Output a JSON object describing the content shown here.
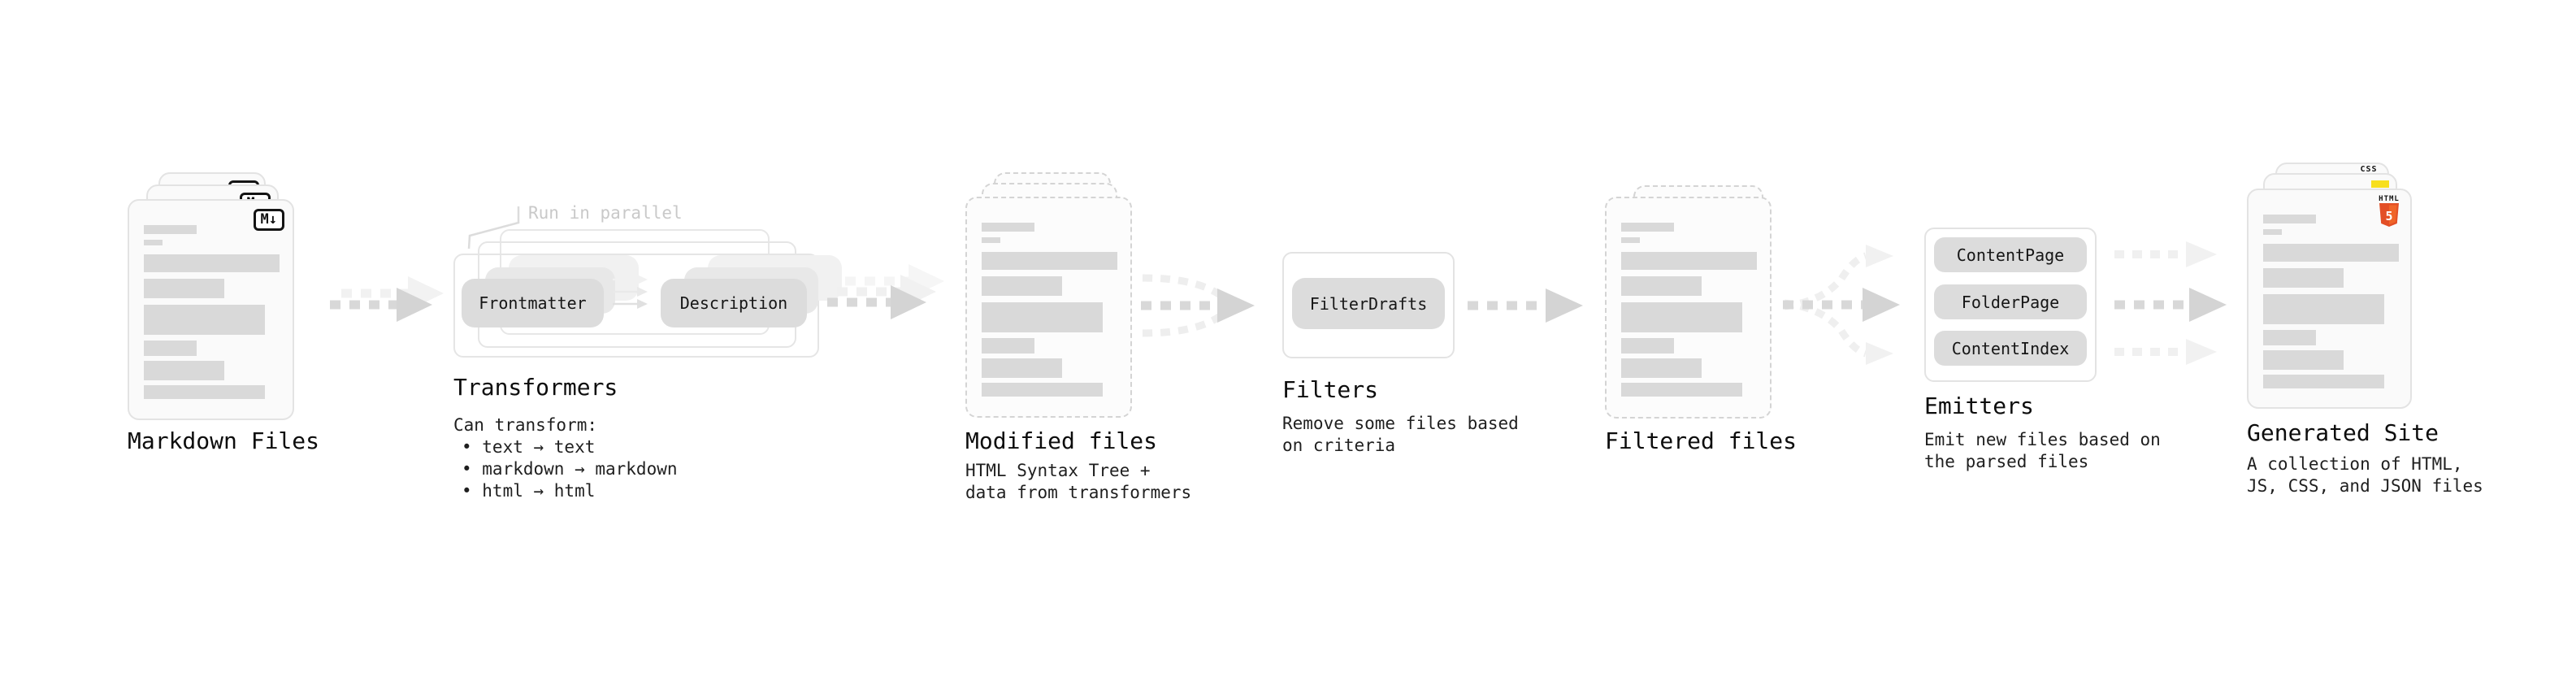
{
  "title": "Static site generation pipeline",
  "colors": {
    "background": "#ffffff",
    "card_bg": "#fafafa",
    "card_border": "#e3e3e3",
    "dashed_border": "#d4d4d4",
    "placeholder_bar": "#d9d9d9",
    "pill_bg": "#dcdcdc",
    "arrow_main": "#d6d6d6",
    "arrow_ghost": "#f0f0f0",
    "heading_text": "#0d0d0d",
    "caption_text": "#1f1f1f",
    "callout_text": "#c9c9c9",
    "html5_orange": "#e34f26",
    "js_yellow": "#f7df1e",
    "css_blue": "#2760e8"
  },
  "stages": {
    "markdown": {
      "label": "Markdown Files",
      "badge": "M↓"
    },
    "transformers": {
      "label": "Transformers",
      "callout": "Run in parallel",
      "pill_left": "Frontmatter",
      "pill_right": "Description",
      "caption_title": "Can transform:",
      "bullets": [
        "• text → text",
        "• markdown → markdown",
        "• html → html"
      ]
    },
    "modified": {
      "label": "Modified files",
      "caption_line1": "HTML Syntax Tree +",
      "caption_line2": "data from transformers"
    },
    "filters": {
      "label": "Filters",
      "pill": "FilterDrafts",
      "caption_line1": "Remove some files based",
      "caption_line2": "on criteria"
    },
    "filtered": {
      "label": "Filtered files"
    },
    "emitters": {
      "label": "Emitters",
      "pills": [
        "ContentPage",
        "FolderPage",
        "ContentIndex"
      ],
      "caption_line1": "Emit new files based on",
      "caption_line2": "the parsed files"
    },
    "generated": {
      "label": "Generated Site",
      "caption_line1": "A collection of HTML,",
      "caption_line2": "JS, CSS, and JSON files",
      "badge_css": "CSS",
      "badge_html_top": "HTML",
      "badge_html_num": "5"
    }
  },
  "decor": {
    "doc_bars": [
      [
        65,
        11,
        7
      ],
      [
        23,
        7,
        11
      ],
      [
        167,
        22,
        8
      ],
      [
        99,
        24,
        8
      ],
      [
        149,
        37,
        7
      ],
      [
        65,
        19,
        6
      ],
      [
        99,
        24,
        6
      ],
      [
        149,
        17,
        0
      ]
    ]
  }
}
